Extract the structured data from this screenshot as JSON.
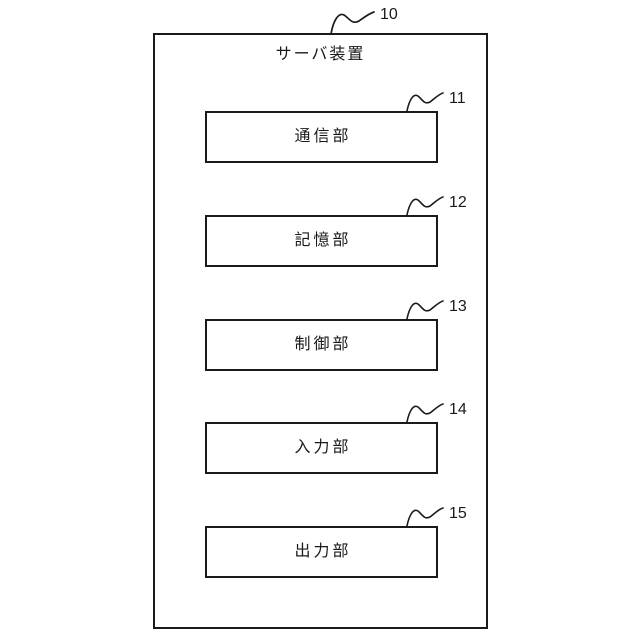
{
  "figure": {
    "device": {
      "ref": "10",
      "title": "サーバ装置"
    },
    "blocks": [
      {
        "ref": "11",
        "label": "通信部"
      },
      {
        "ref": "12",
        "label": "記憶部"
      },
      {
        "ref": "13",
        "label": "制御部"
      },
      {
        "ref": "14",
        "label": "入力部"
      },
      {
        "ref": "15",
        "label": "出力部"
      }
    ],
    "ink_color": "#1a1a1a",
    "background_color": "#ffffff"
  }
}
